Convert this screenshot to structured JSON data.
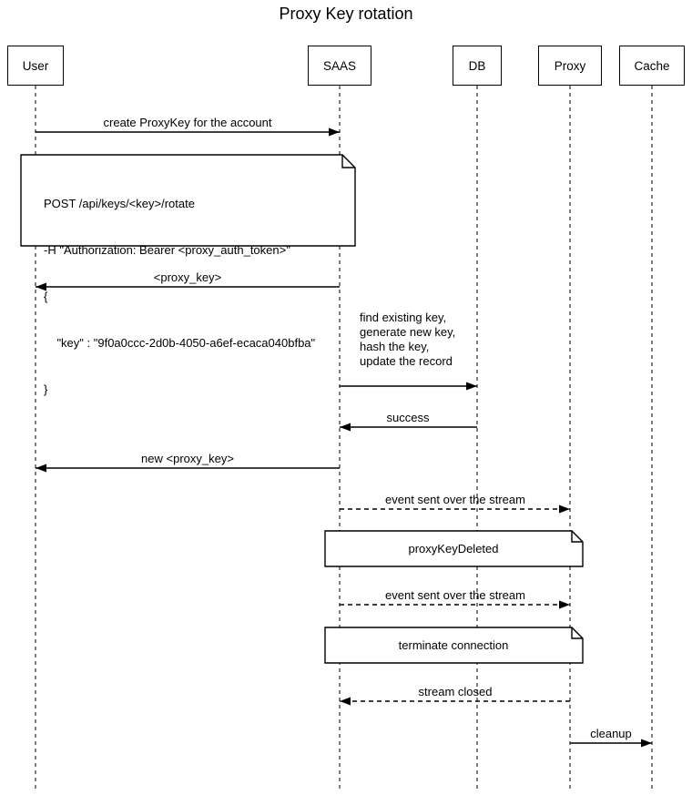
{
  "title": "Proxy Key rotation",
  "actors": [
    {
      "id": "user",
      "label": "User"
    },
    {
      "id": "saas",
      "label": "SAAS"
    },
    {
      "id": "db",
      "label": "DB"
    },
    {
      "id": "proxy",
      "label": "Proxy"
    },
    {
      "id": "cache",
      "label": "Cache"
    }
  ],
  "messages": {
    "create_key": "create ProxyKey for the account",
    "proxy_key_return": "<proxy_key>",
    "db_update_lines": [
      "find existing key,",
      "generate new key,",
      "hash the key,",
      "update the record"
    ],
    "success": "success",
    "new_proxy_key": "new <proxy_key>",
    "event_stream_1": "event sent over the stream",
    "event_stream_2": "event sent over the stream",
    "stream_closed": "stream closed",
    "cleanup": "cleanup"
  },
  "notes": {
    "request": [
      "POST /api/keys/<key>/rotate",
      "-H \"Authorization: Bearer <proxy_auth_token>\"",
      "{",
      "    \"key\" : \"9f0a0ccc-2d0b-4050-a6ef-ecaca040bfba\"",
      "}"
    ],
    "proxy_key_deleted": "proxyKeyDeleted",
    "terminate_connection": "terminate connection"
  },
  "colors": {
    "line": "#000000",
    "background": "#ffffff"
  }
}
